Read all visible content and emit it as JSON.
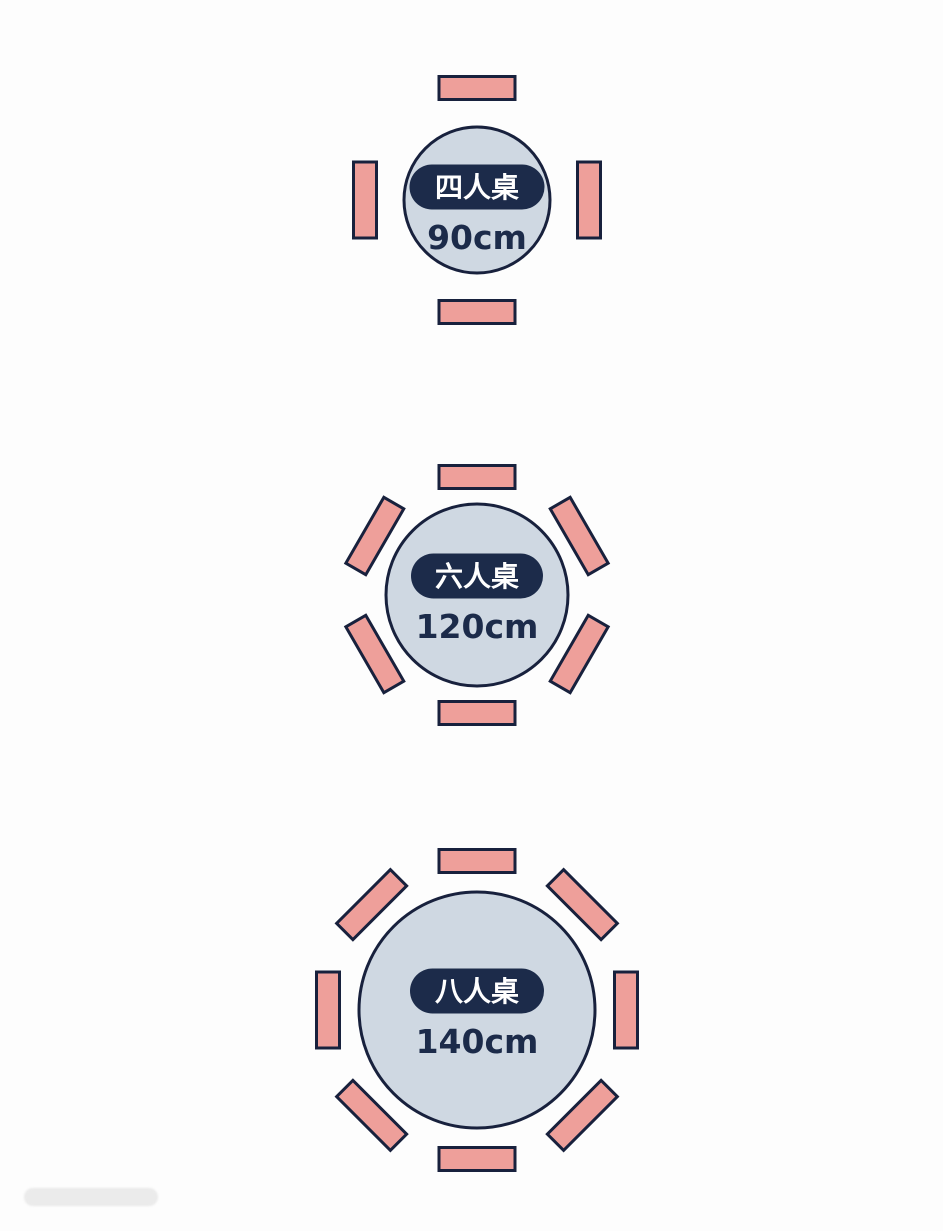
{
  "title": "Round table sizes by number of seats",
  "colors": {
    "chair_fill": "#ee9f9a",
    "outline": "#18213d",
    "table_fill": "#cfd8e2",
    "pill_fill": "#1c2b4a",
    "pill_text": "#ffffff",
    "size_text": "#1c2b4a"
  },
  "tables": [
    {
      "name": "四人桌",
      "size": "90cm",
      "seats": 4
    },
    {
      "name": "六人桌",
      "size": "120cm",
      "seats": 6
    },
    {
      "name": "八人桌",
      "size": "140cm",
      "seats": 8
    }
  ]
}
